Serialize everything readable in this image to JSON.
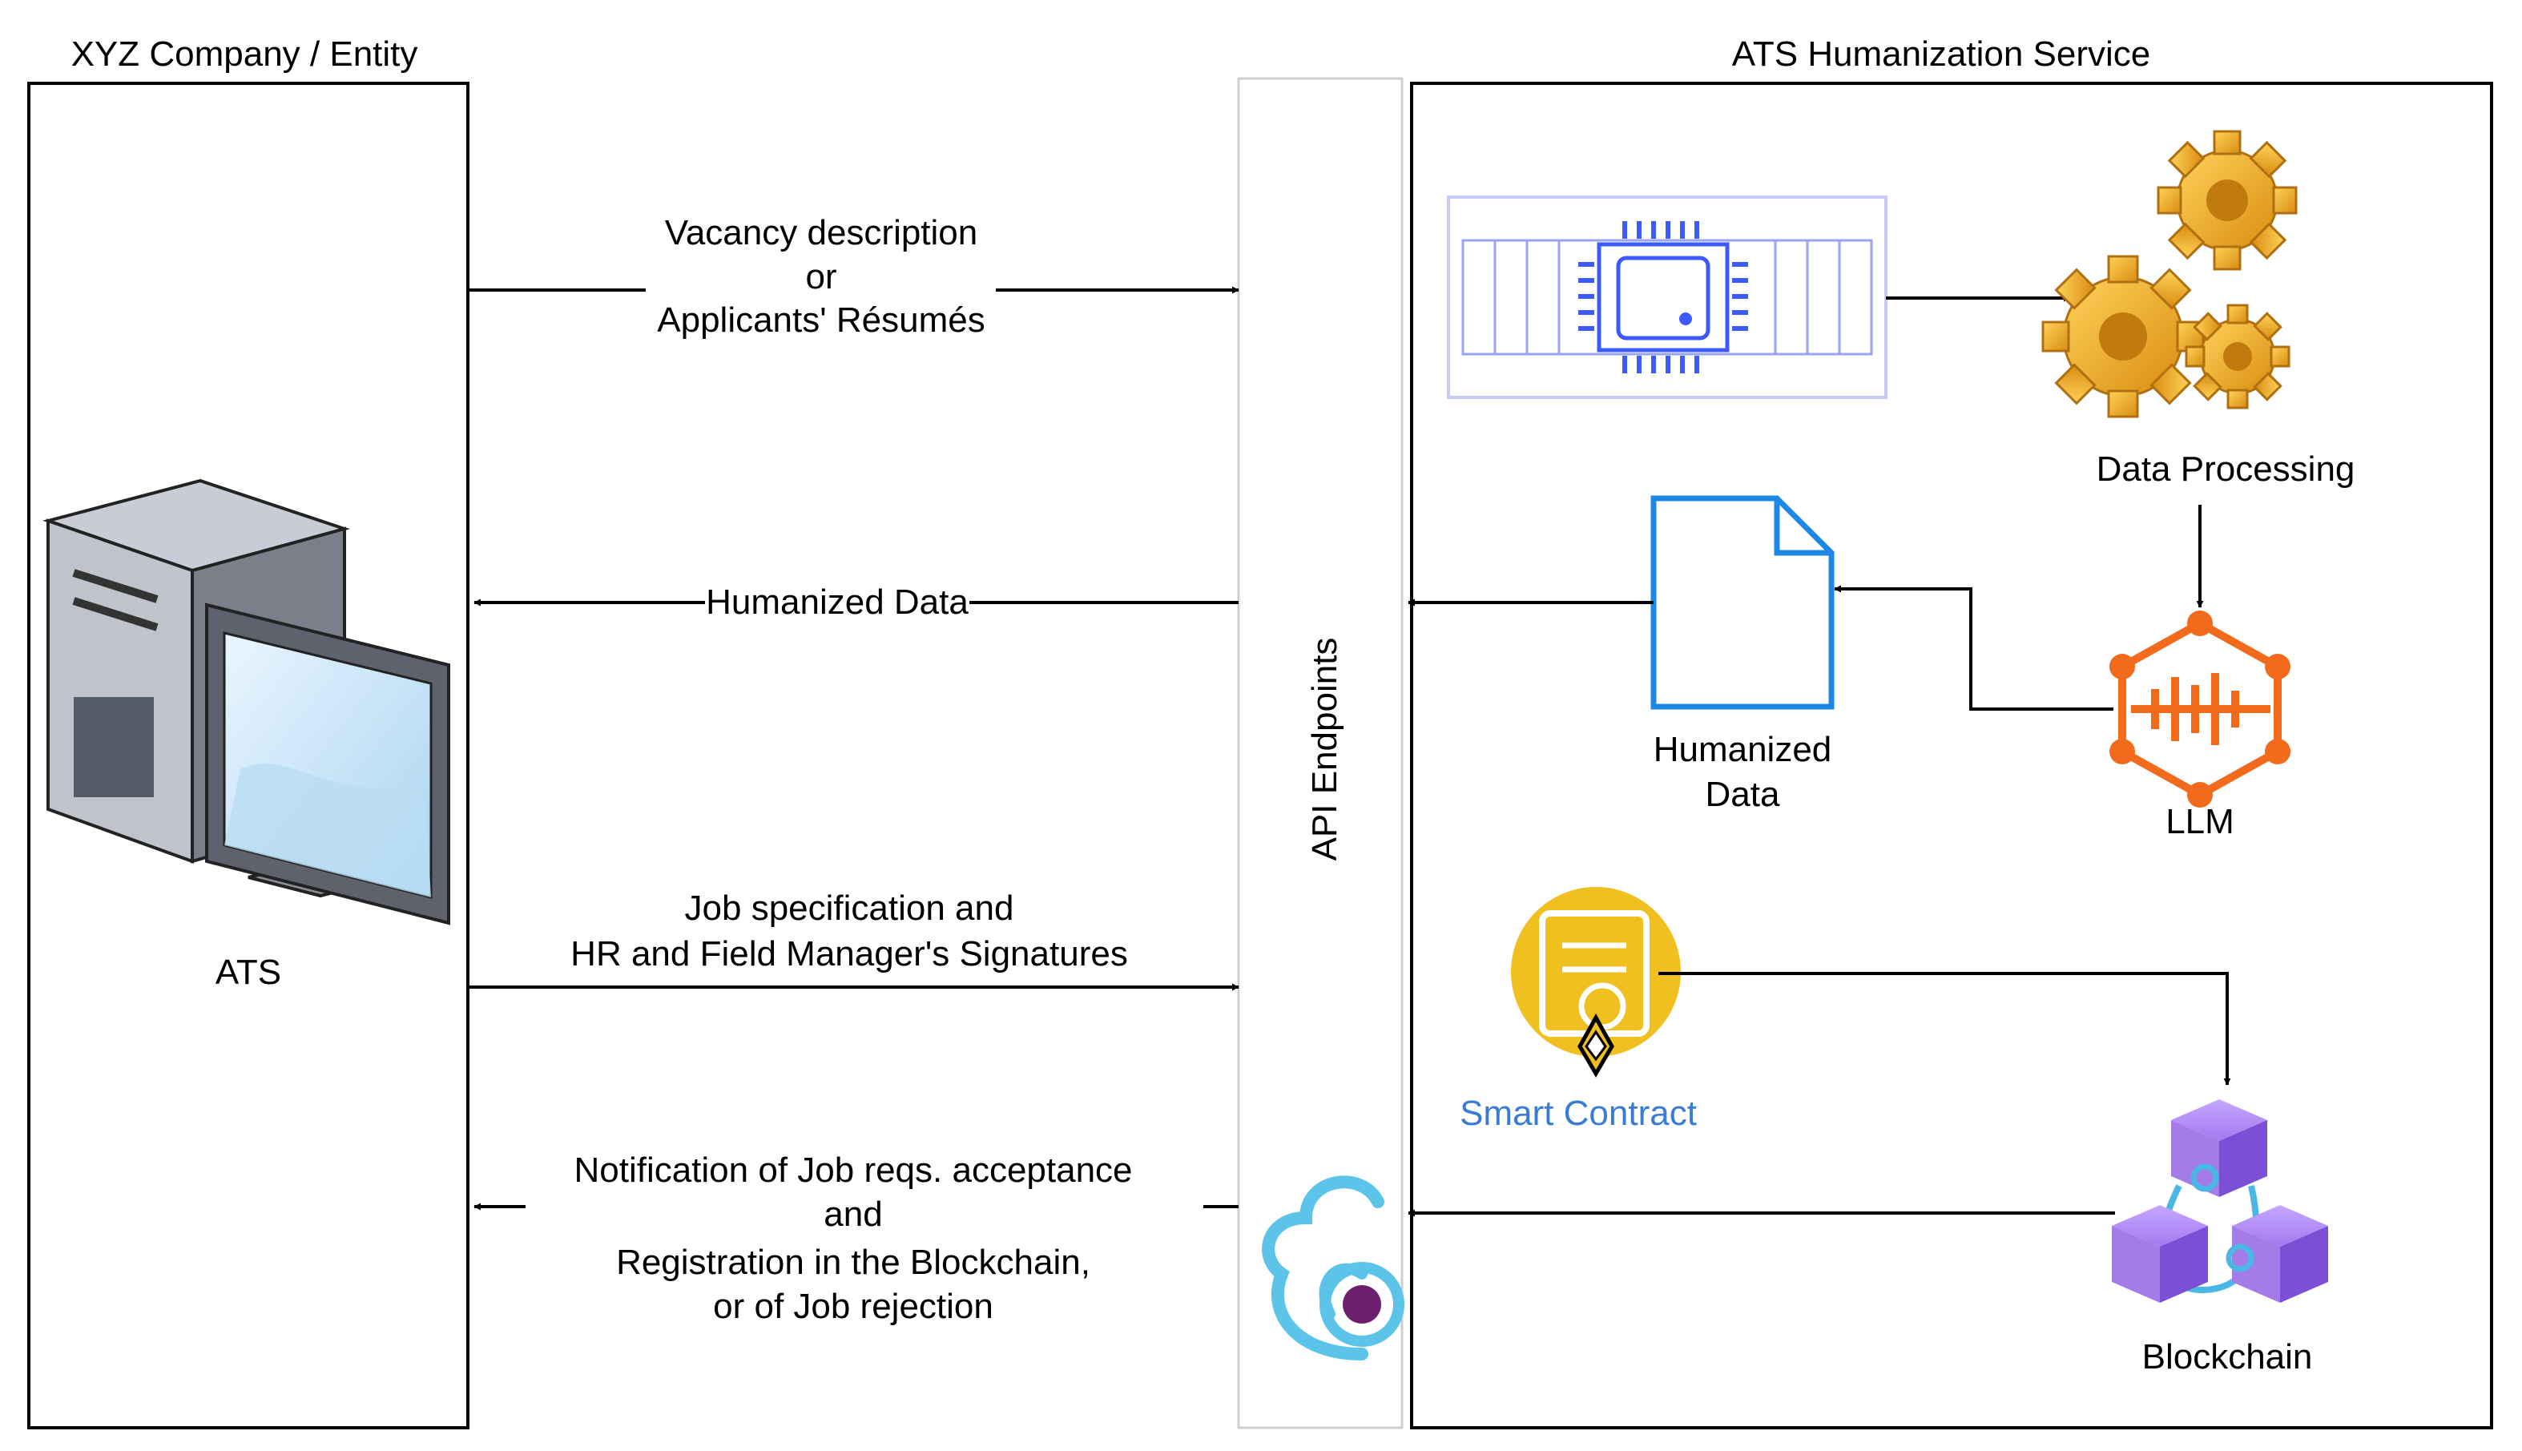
{
  "left_group": {
    "title": "XYZ Company / Entity",
    "system_label": "ATS"
  },
  "right_group": {
    "title": "ATS Humanization Service"
  },
  "api": {
    "label": "API Endpoints"
  },
  "flows": {
    "request": [
      "Vacancy description",
      "or",
      "Applicants' Résumés"
    ],
    "humanized": "Humanized Data",
    "job_spec": [
      "Job specification and",
      "HR and Field Manager's Signatures"
    ],
    "notification": [
      "Notification of Job reqs. acceptance",
      "and",
      "Registration in the Blockchain,",
      "or of Job rejection"
    ]
  },
  "components": {
    "data_processing": "Data Processing",
    "humanized_data": [
      "Humanized",
      "Data"
    ],
    "llm": "LLM",
    "smart_contract": "Smart Contract",
    "blockchain": "Blockchain"
  },
  "colors": {
    "smart_contract_text": "#3a7bd5",
    "llm": "#f26b1d",
    "document": "#1e88e5",
    "blockchain": "#9b6ee8",
    "chip": "#3d5afe",
    "gear": "#e8a020"
  },
  "icons": [
    "server-monitor-icon",
    "chip-icon",
    "gears-icon",
    "document-icon",
    "llm-icon",
    "smart-contract-icon",
    "blockchain-icon",
    "cloud-endpoint-icon"
  ]
}
